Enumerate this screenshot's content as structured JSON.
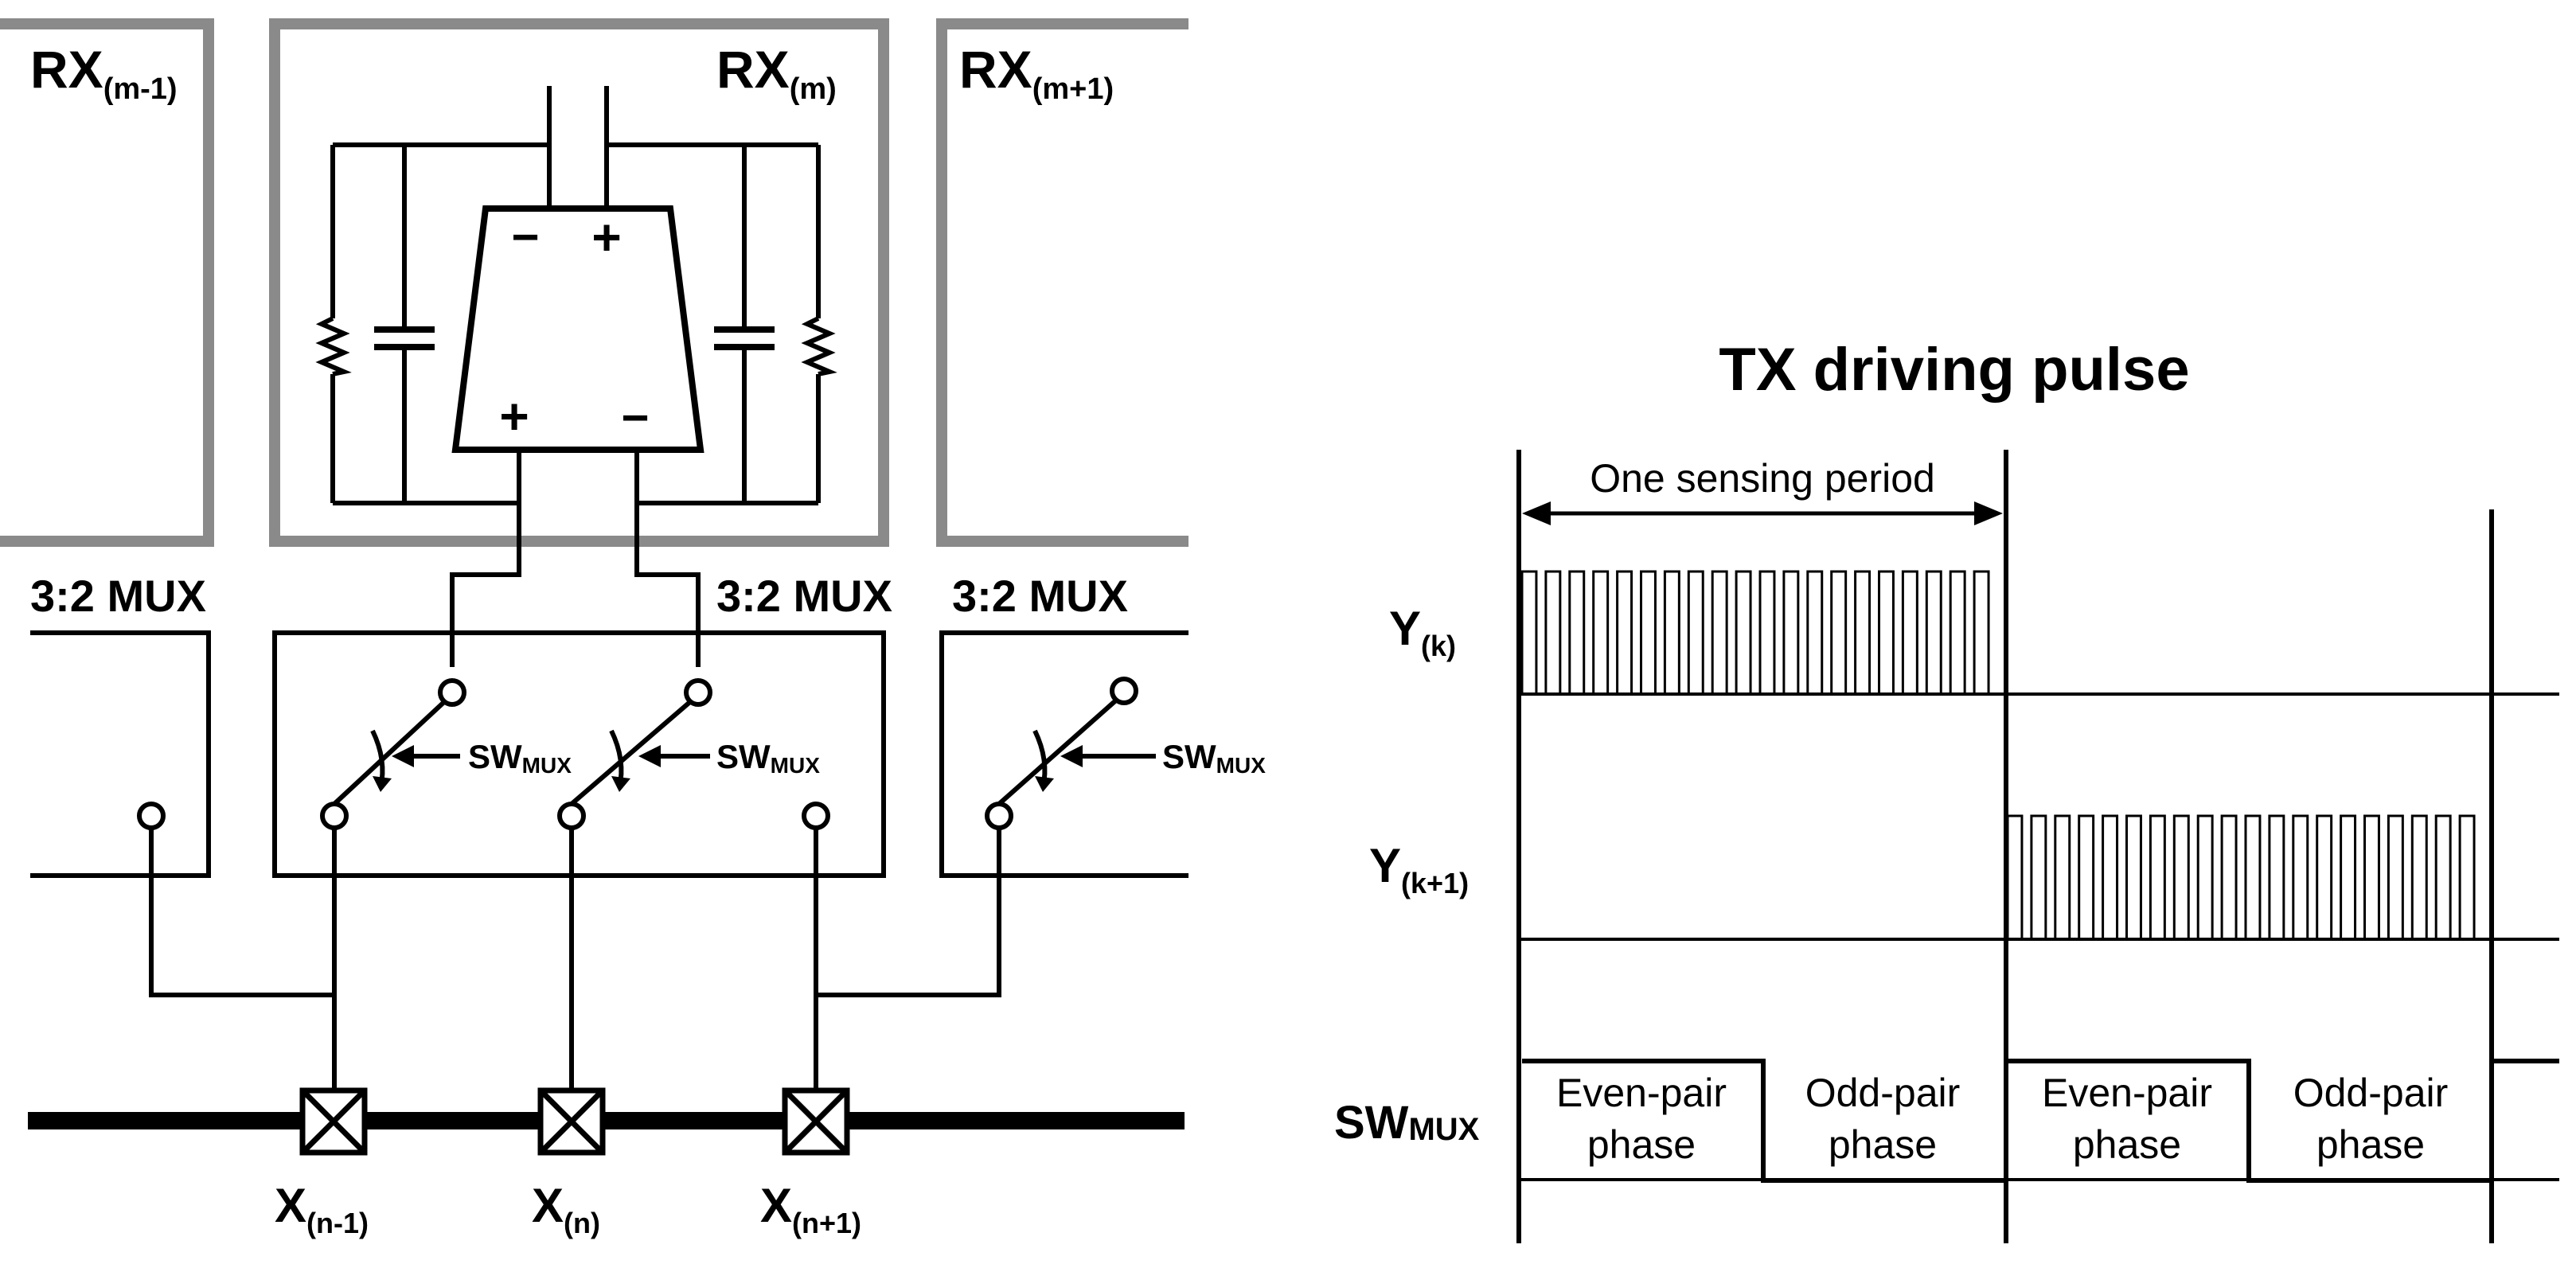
{
  "circuit": {
    "rx_prev": {
      "base": "RX",
      "sub": "(m-1)"
    },
    "rx_cur": {
      "base": "RX",
      "sub": "(m)"
    },
    "rx_next": {
      "base": "RX",
      "sub": "(m+1)"
    },
    "opamp_signs": {
      "top_left": "−",
      "top_right": "+",
      "bottom_left": "+",
      "bottom_right": "−"
    },
    "mux_prev": "3:2 MUX",
    "mux_cur": "3:2 MUX",
    "mux_next": "3:2 MUX",
    "sw_label": {
      "base": "SW",
      "sub": "MUX"
    },
    "x_prev": {
      "base": "X",
      "sub": "(n-1)"
    },
    "x_cur": {
      "base": "X",
      "sub": "(n)"
    },
    "x_next": {
      "base": "X",
      "sub": "(n+1)"
    }
  },
  "timing": {
    "title": "TX driving pulse",
    "period_label": "One sensing period",
    "y_k": {
      "base": "Y",
      "sub": "(k)"
    },
    "y_k1": {
      "base": "Y",
      "sub": "(k+1)"
    },
    "sw": {
      "base": "SW",
      "sub": "MUX"
    },
    "even_phase": {
      "line1": "Even-pair",
      "line2": "phase"
    },
    "odd_phase": {
      "line1": "Odd-pair",
      "line2": "phase"
    }
  }
}
